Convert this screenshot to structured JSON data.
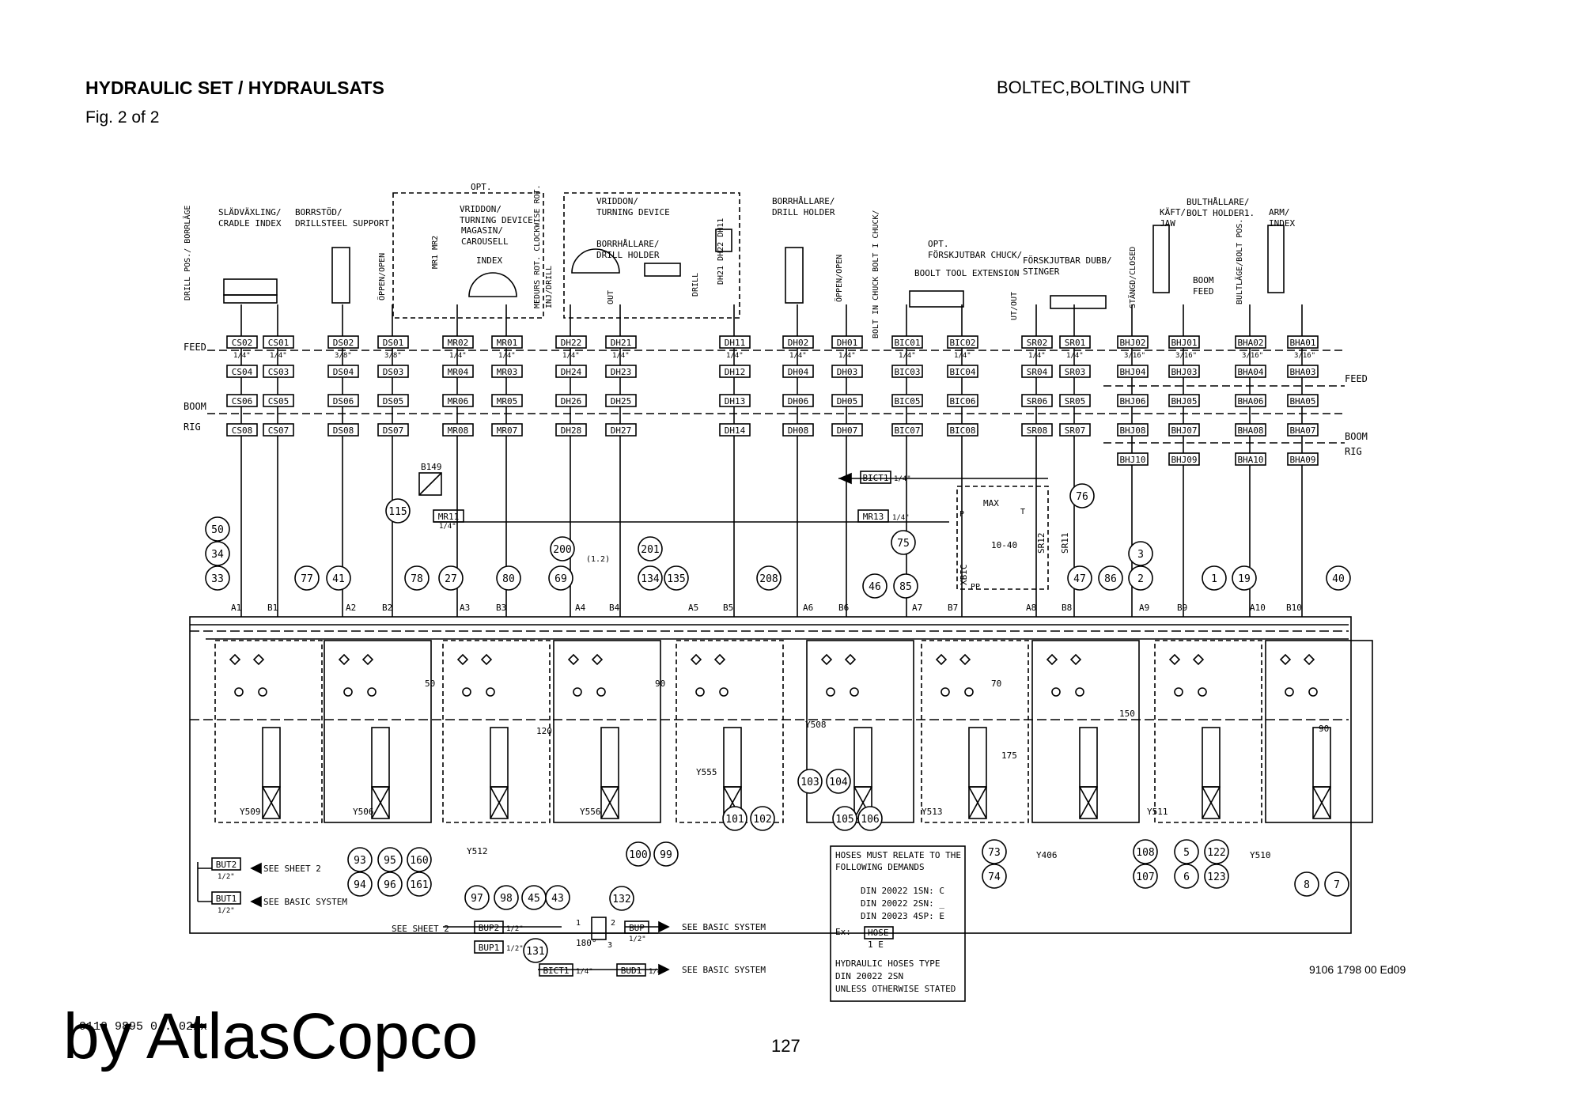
{
  "header": {
    "title": "HYDRAULIC SET / HYDRAULSATS",
    "figure": "Fig. 2 of 2",
    "unit": "BOLTEC,BOLTING UNIT"
  },
  "footer": {
    "page_number": "127",
    "watermark": "by AtlasCopco",
    "watermark_code": "9110 9895 0...022x",
    "drawing_number": "9106 1798 00 Ed09"
  },
  "diagram": {
    "function_labels": [
      {
        "line1": "SLÄDVÄXLING/",
        "line2": "CRADLE INDEX"
      },
      {
        "line1": "BORRSTÖD/",
        "line2": "DRILLSTEEL SUPPORT"
      },
      {
        "line1": "OPT.",
        "line2": ""
      },
      {
        "line1": "VRIDDON/",
        "line2": "TURNING DEVICE"
      },
      {
        "line1": "MAGASIN/",
        "line2": "CAROUSELL"
      },
      {
        "line1": "INDEX",
        "line2": ""
      },
      {
        "line1": "VRIDDON/",
        "line2": "TURNING DEVICE"
      },
      {
        "line1": "BORRHÅLLARE/",
        "line2": "DRILL HOLDER"
      },
      {
        "line1": "BORRHÅLLARE/",
        "line2": "DRILL HOLDER"
      },
      {
        "line1": "OPT.",
        "line2": "FÖRSKJUTBAR CHUCK/"
      },
      {
        "line1": "BOOLT TOOL EXTENSION",
        "line2": ""
      },
      {
        "line1": "FÖRSKJUTBAR DUBB/",
        "line2": "STINGER"
      },
      {
        "line1": "KÄFT/",
        "line2": "JAW"
      },
      {
        "line1": "BULTHÅLLARE/",
        "line2": "BOLT HOLDER1."
      },
      {
        "line1": "ARM/",
        "line2": "INDEX"
      },
      {
        "line1": "BOOM",
        "line2": "FEED"
      }
    ],
    "vertical_labels": [
      "DRILL POS./ BORRLÄGE",
      "ÖPPEN/OPEN",
      "MEDURS ROT. CLOCKWISE ROT.",
      "INJ/DRILL",
      "OUT",
      "DRILL",
      "DH21 DH22 DH11",
      "ÖPPEN/OPEN",
      "BOLT IN CHUCK BOLT I CHUCK/",
      "UT/OUT",
      "STÄNGD/CLOSED",
      "BULTLÄGE/BOLT POS.",
      "MR1 MR2"
    ],
    "line_labels": {
      "feed": "FEED",
      "boom": "BOOM",
      "rig": "RIG"
    },
    "connector_rows": [
      [
        "CS02",
        "CS01",
        "DS02",
        "DS01",
        "MR02",
        "MR01",
        "DH22",
        "DH21",
        "DH11",
        "DH02",
        "DH01",
        "BIC01",
        "BIC02",
        "SR02",
        "SR01",
        "BHJ02",
        "BHJ01",
        "BHA02",
        "BHA01"
      ],
      [
        "CS04",
        "CS03",
        "DS04",
        "DS03",
        "MR04",
        "MR03",
        "DH24",
        "DH23",
        "DH12",
        "DH04",
        "DH03",
        "BIC03",
        "BIC04",
        "SR04",
        "SR03",
        "BHJ04",
        "BHJ03",
        "BHA04",
        "BHA03"
      ],
      [
        "CS06",
        "CS05",
        "DS06",
        "DS05",
        "MR06",
        "MR05",
        "DH26",
        "DH25",
        "DH13",
        "DH06",
        "DH05",
        "BIC05",
        "BIC06",
        "SR06",
        "SR05",
        "BHJ06",
        "BHJ05",
        "BHA06",
        "BHA05"
      ],
      [
        "CS08",
        "CS07",
        "DS08",
        "DS07",
        "MR08",
        "MR07",
        "DH28",
        "DH27",
        "DH14",
        "DH08",
        "DH07",
        "BIC07",
        "BIC08",
        "SR08",
        "SR07",
        "BHJ08",
        "BHJ07",
        "BHA08",
        "BHA07"
      ]
    ],
    "connector_row5": [
      "BHJ10",
      "BHJ09",
      "BHA10",
      "BHA09"
    ],
    "size_labels": [
      "1/4\"",
      "1/4\"",
      "3/8\"",
      "3/8\"",
      "1/4\"",
      "1/4\"",
      "1/4\"",
      "1/4\"",
      "1/4\"",
      "1/4\"",
      "1/4\"",
      "1/4\"",
      "1/4\"",
      "1/4\"",
      "1/4\"",
      "3/16\"",
      "3/16\"",
      "3/16\"",
      "3/16\""
    ],
    "misc_labels": {
      "b149": "B149",
      "mr11": "MR11",
      "mr13": "MR13",
      "bict1": "BICT1",
      "size14": "1/4\"",
      "sr12": "SR12",
      "sr11": "SR11",
      "xbic": "XBIC",
      "max": "MAX",
      "range": "10-40",
      "p": "P",
      "t": "T",
      "pp": "PP",
      "ratio": "(1.2)"
    },
    "port_labels": [
      "A1",
      "B1",
      "A2",
      "B2",
      "A3",
      "B3",
      "A4",
      "B4",
      "A5",
      "B5",
      "A6",
      "B6",
      "A7",
      "B7",
      "A8",
      "B8",
      "A9",
      "B9",
      "A10",
      "B10"
    ],
    "valve_labels": [
      "Y509",
      "Y506",
      "Y512",
      "Y556",
      "Y555",
      "Y508",
      "Y513",
      "Y406",
      "Y511",
      "Y510"
    ],
    "pressure_labels": [
      "50",
      "120",
      "90",
      "70",
      "150",
      "175",
      "90"
    ],
    "callouts": [
      "50",
      "34",
      "33",
      "77",
      "41",
      "78",
      "27",
      "80",
      "69",
      "200",
      "201",
      "134",
      "135",
      "208",
      "46",
      "85",
      "75",
      "76",
      "47",
      "86",
      "3",
      "2",
      "1",
      "19",
      "40",
      "115",
      "101",
      "102",
      "103",
      "104",
      "105",
      "106",
      "93",
      "94",
      "95",
      "96",
      "160",
      "161",
      "97",
      "98",
      "45",
      "43",
      "100",
      "99",
      "73",
      "74",
      "108",
      "107",
      "5",
      "6",
      "122",
      "123",
      "8",
      "7",
      "132",
      "131"
    ],
    "bottom_labels": {
      "but2": "BUT2",
      "but1": "BUT1",
      "size12": "1/2\"",
      "see_sheet2": "SEE SHEET 2",
      "see_basic": "SEE BASIC SYSTEM",
      "bup2": "BUP2",
      "bup1": "BUP1",
      "bup": "BUP",
      "bict1": "BICT1",
      "bud1": "BUD1",
      "angle": "180°",
      "p1": "1",
      "p2": "2",
      "p3": "3"
    },
    "hose_note": {
      "lines": [
        "HOSES MUST RELATE TO THE",
        "FOLLOWING DEMANDS",
        "DIN 20022 1SN: C",
        "DIN 20022 2SN: _",
        "DIN 20023 4SP: E",
        "Ex:",
        "HOSE",
        "1  E",
        "HYDRAULIC HOSES TYPE",
        "DIN 20022 2SN",
        "UNLESS OTHERWISE STATED"
      ]
    }
  }
}
